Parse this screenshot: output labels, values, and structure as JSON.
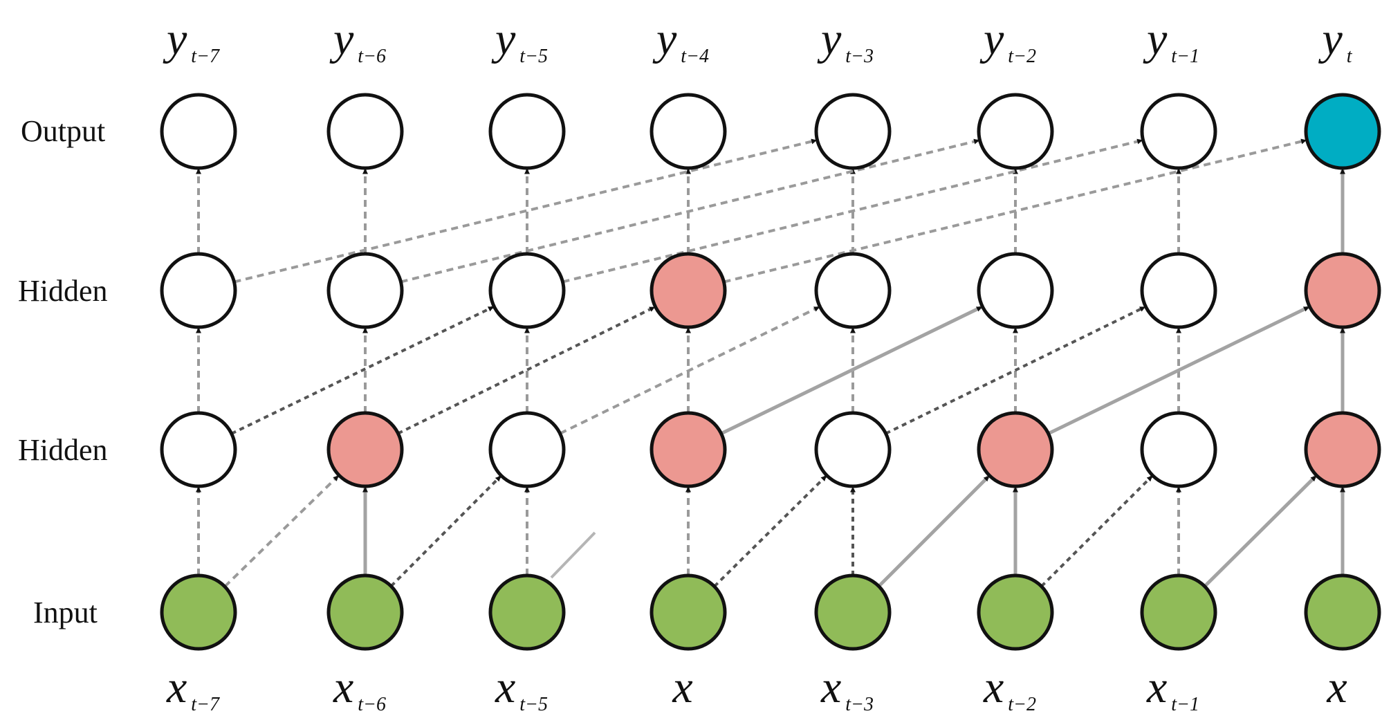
{
  "row_labels": {
    "output": "Output",
    "hidden_top": "Hidden",
    "hidden_bottom": "Hidden",
    "input": "Input"
  },
  "colors": {
    "plain": "#ffffff",
    "active": "#ec9891",
    "input": "#90bb58",
    "output_active": "#00adc3",
    "stroke": "#111111"
  },
  "columns": [
    {
      "y_var": "y",
      "y_sub": "t−7",
      "x_var": "x",
      "x_sub": "t−7",
      "output": "plain",
      "hidden_top": "plain",
      "hidden_bottom": "plain"
    },
    {
      "y_var": "y",
      "y_sub": "t−6",
      "x_var": "x",
      "x_sub": "t−6",
      "output": "plain",
      "hidden_top": "plain",
      "hidden_bottom": "active"
    },
    {
      "y_var": "y",
      "y_sub": "t−5",
      "x_var": "x",
      "x_sub": "t−5",
      "output": "plain",
      "hidden_top": "plain",
      "hidden_bottom": "plain"
    },
    {
      "y_var": "y",
      "y_sub": "t−4",
      "x_var": "x",
      "x_sub": "",
      "output": "plain",
      "hidden_top": "active",
      "hidden_bottom": "active"
    },
    {
      "y_var": "y",
      "y_sub": "t−3",
      "x_var": "x",
      "x_sub": "t−3",
      "output": "plain",
      "hidden_top": "plain",
      "hidden_bottom": "plain"
    },
    {
      "y_var": "y",
      "y_sub": "t−2",
      "x_var": "x",
      "x_sub": "t−2",
      "output": "plain",
      "hidden_top": "plain",
      "hidden_bottom": "active"
    },
    {
      "y_var": "y",
      "y_sub": "t−1",
      "x_var": "x",
      "x_sub": "t−1",
      "output": "plain",
      "hidden_top": "plain",
      "hidden_bottom": "plain"
    },
    {
      "y_var": "y",
      "y_sub": "t",
      "x_var": "x",
      "x_sub": "",
      "output": "output_active",
      "hidden_top": "active",
      "hidden_bottom": "active"
    }
  ]
}
